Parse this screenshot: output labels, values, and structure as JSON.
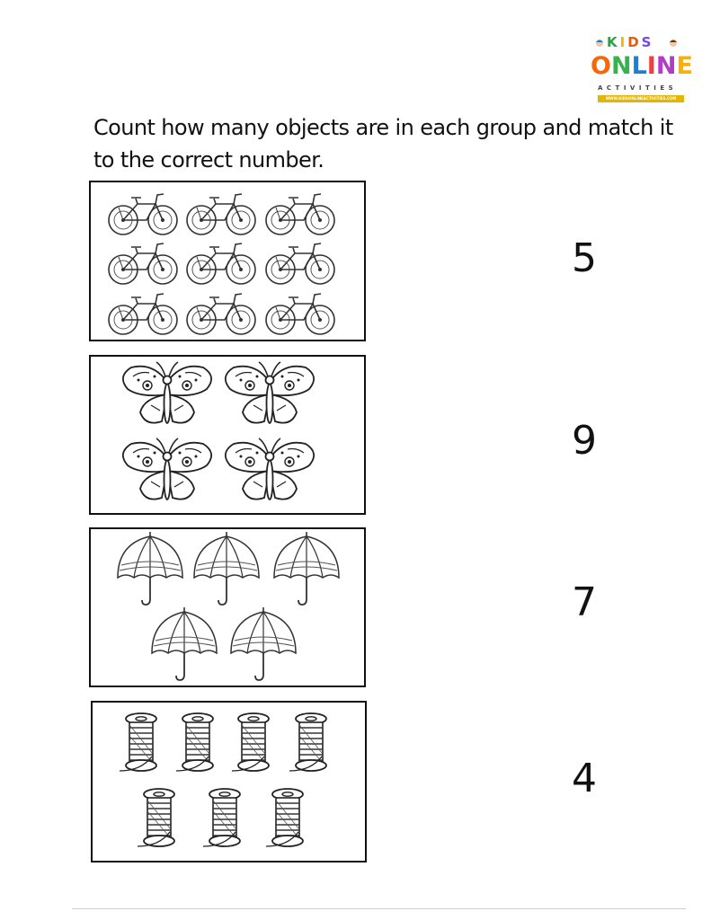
{
  "logo": {
    "kids": "KIDS",
    "online": "ONLINE",
    "activities": "ACTIVITIES",
    "url": "WWW.KIDSONLINEACTIVITIES.COM"
  },
  "instruction": "Count how many objects are in each group and match it to the correct number.",
  "groups": [
    {
      "object": "bicycle",
      "count": 9,
      "icon": "bicycle-icon"
    },
    {
      "object": "butterfly",
      "count": 4,
      "icon": "butterfly-icon"
    },
    {
      "object": "umbrella",
      "count": 5,
      "icon": "umbrella-icon"
    },
    {
      "object": "thread-spool",
      "count": 7,
      "icon": "spool-icon"
    }
  ],
  "numbers": [
    "5",
    "9",
    "7",
    "4"
  ]
}
